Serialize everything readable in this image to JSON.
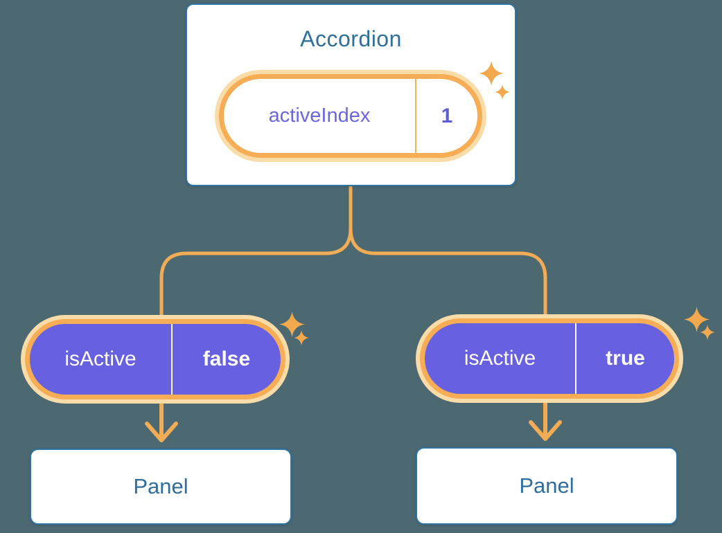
{
  "diagram": {
    "root": {
      "title": "Accordion",
      "state_label": "activeIndex",
      "state_value": "1"
    },
    "left_child": {
      "prop_label": "isActive",
      "prop_value": "false",
      "panel_title": "Panel"
    },
    "right_child": {
      "prop_label": "isActive",
      "prop_value": "true",
      "panel_title": "Panel"
    }
  },
  "colors": {
    "background": "#4C6972",
    "card_border": "#2E74A4",
    "card_text": "#2E6F9B",
    "orange_ring": "#F6AD55",
    "orange_glow": "#FADCA9",
    "connector": "#F2AC55",
    "purple_pill": "#6761E2",
    "purple_text": "#6A66E0",
    "sparkle": "#F2A94E"
  }
}
